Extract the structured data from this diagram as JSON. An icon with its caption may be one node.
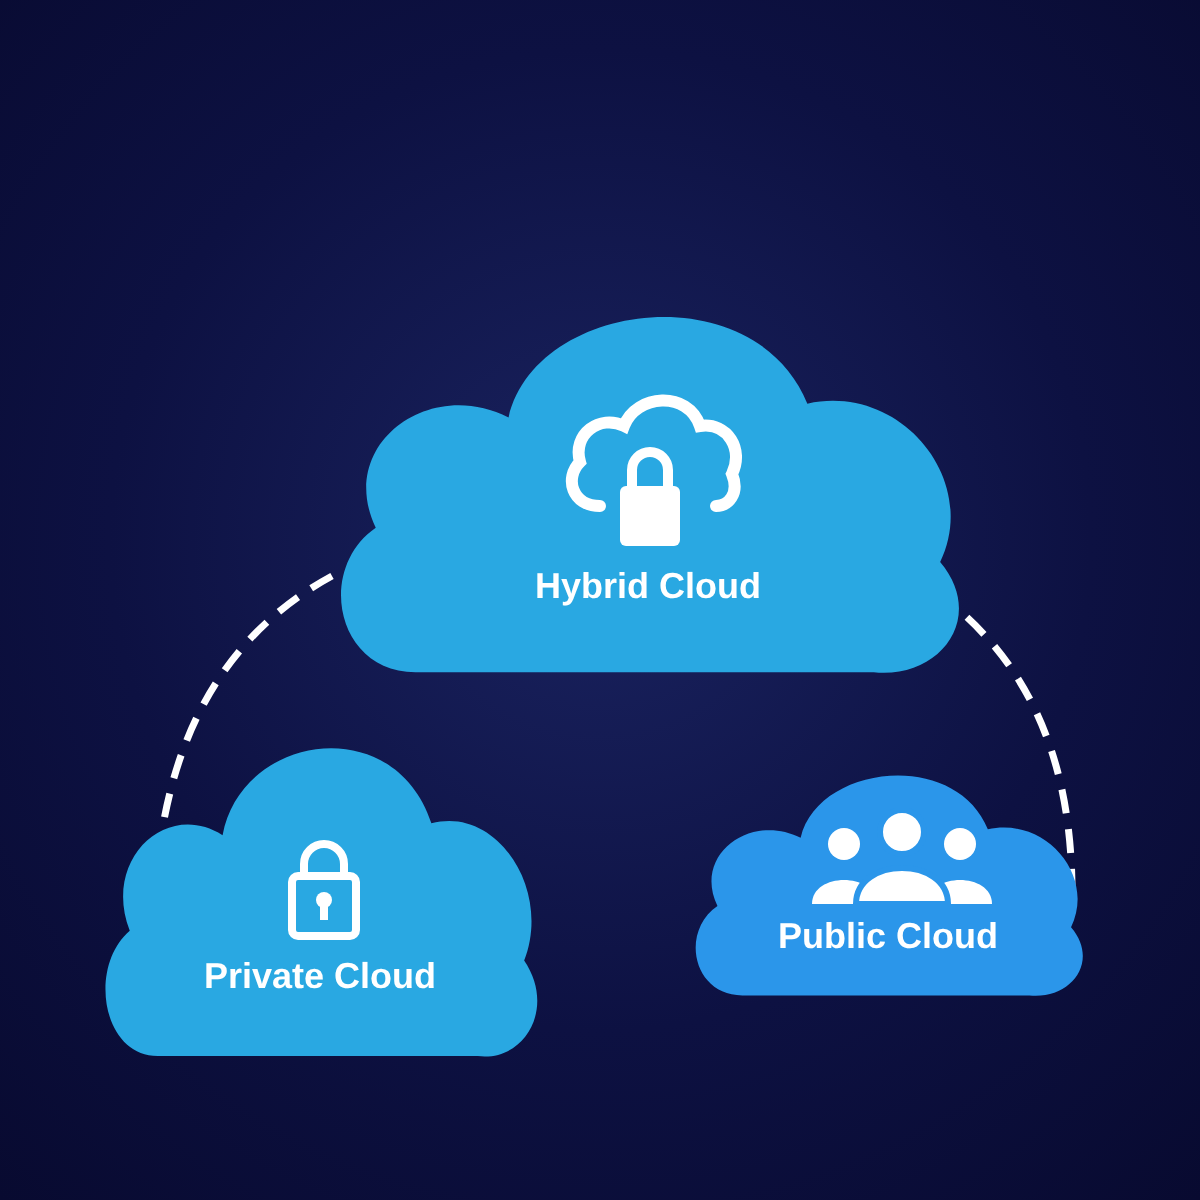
{
  "diagram": {
    "nodes": [
      {
        "text": [
          "Hybrid Cloud"
        ]
      },
      {
        "text": [
          "Private Cloud"
        ]
      },
      {
        "text": [
          "Public Cloud"
        ]
      }
    ],
    "edges": [
      {
        "from": 0,
        "to": 1,
        "arrow": "none",
        "style": "dashed"
      },
      {
        "from": 0,
        "to": 2,
        "arrow": "none",
        "style": "dashed"
      }
    ]
  }
}
